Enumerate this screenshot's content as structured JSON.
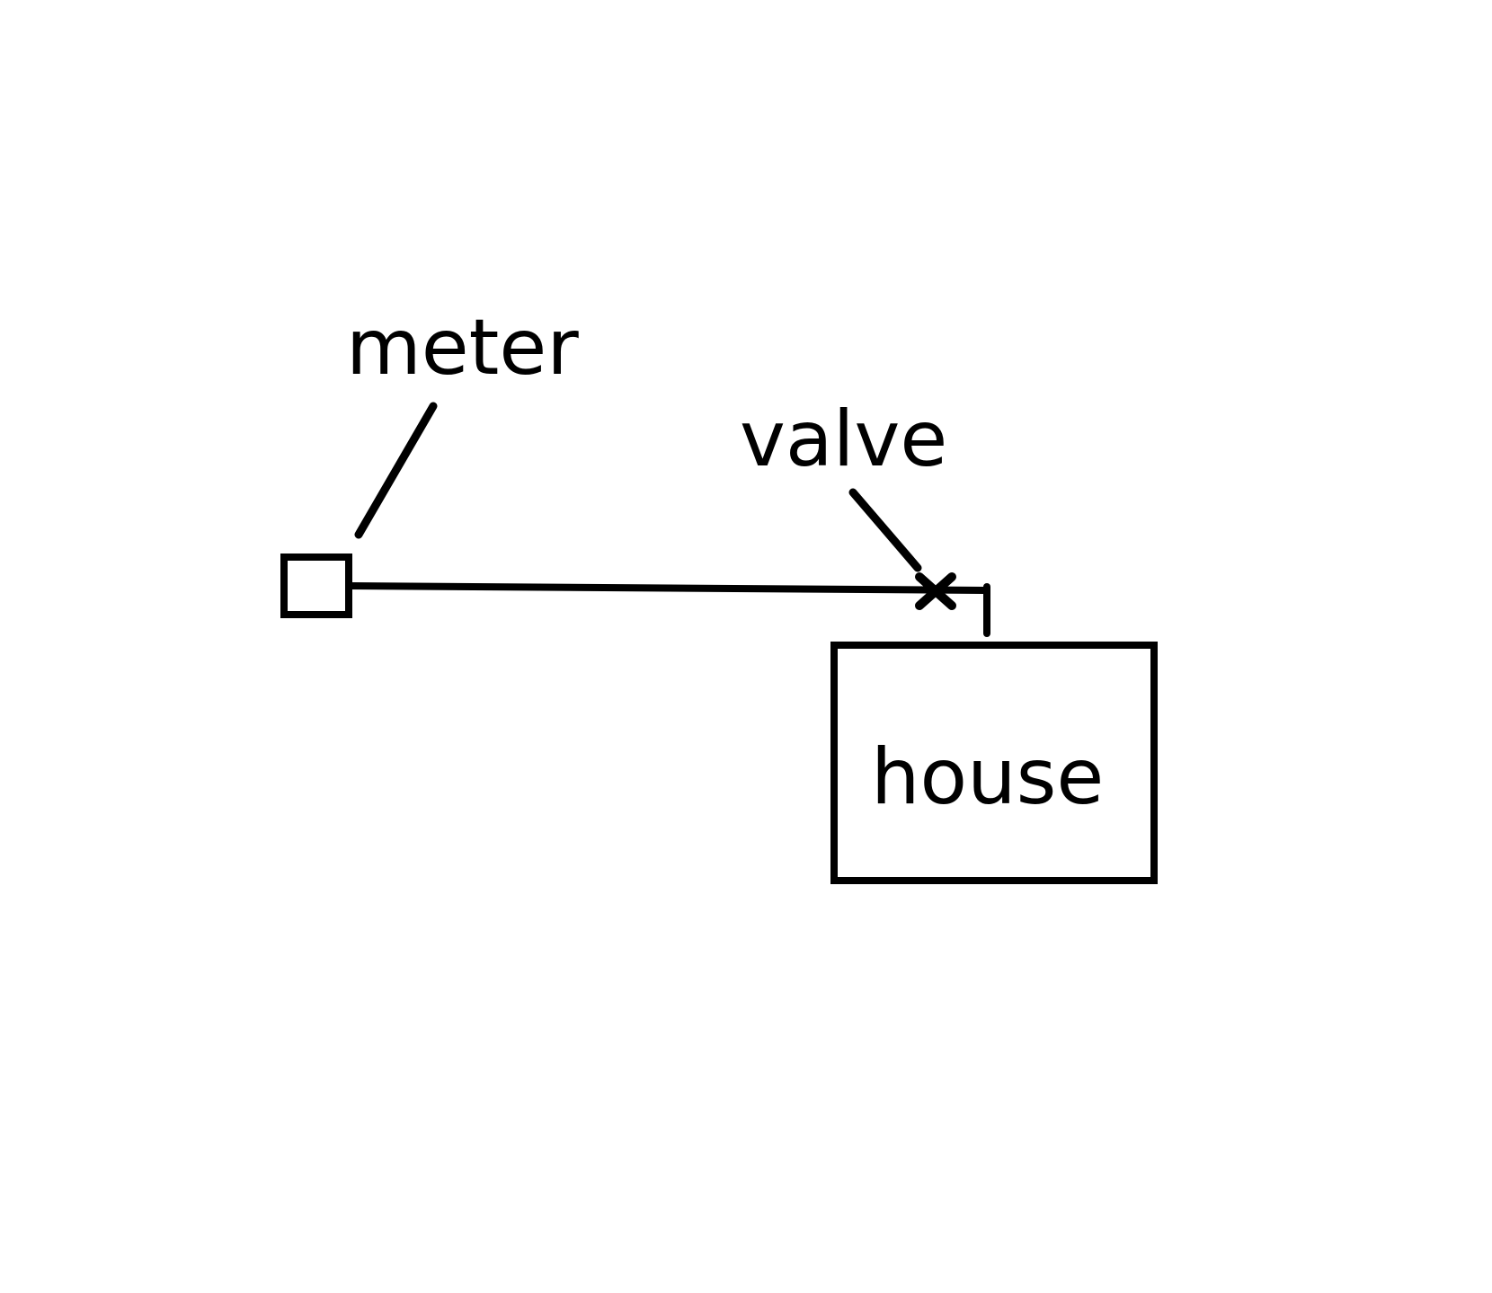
{
  "diagram": {
    "labels": {
      "meter": "meter",
      "valve": "valve",
      "house": "house"
    },
    "colors": {
      "line": "#000000",
      "background": "#ffffff"
    }
  }
}
